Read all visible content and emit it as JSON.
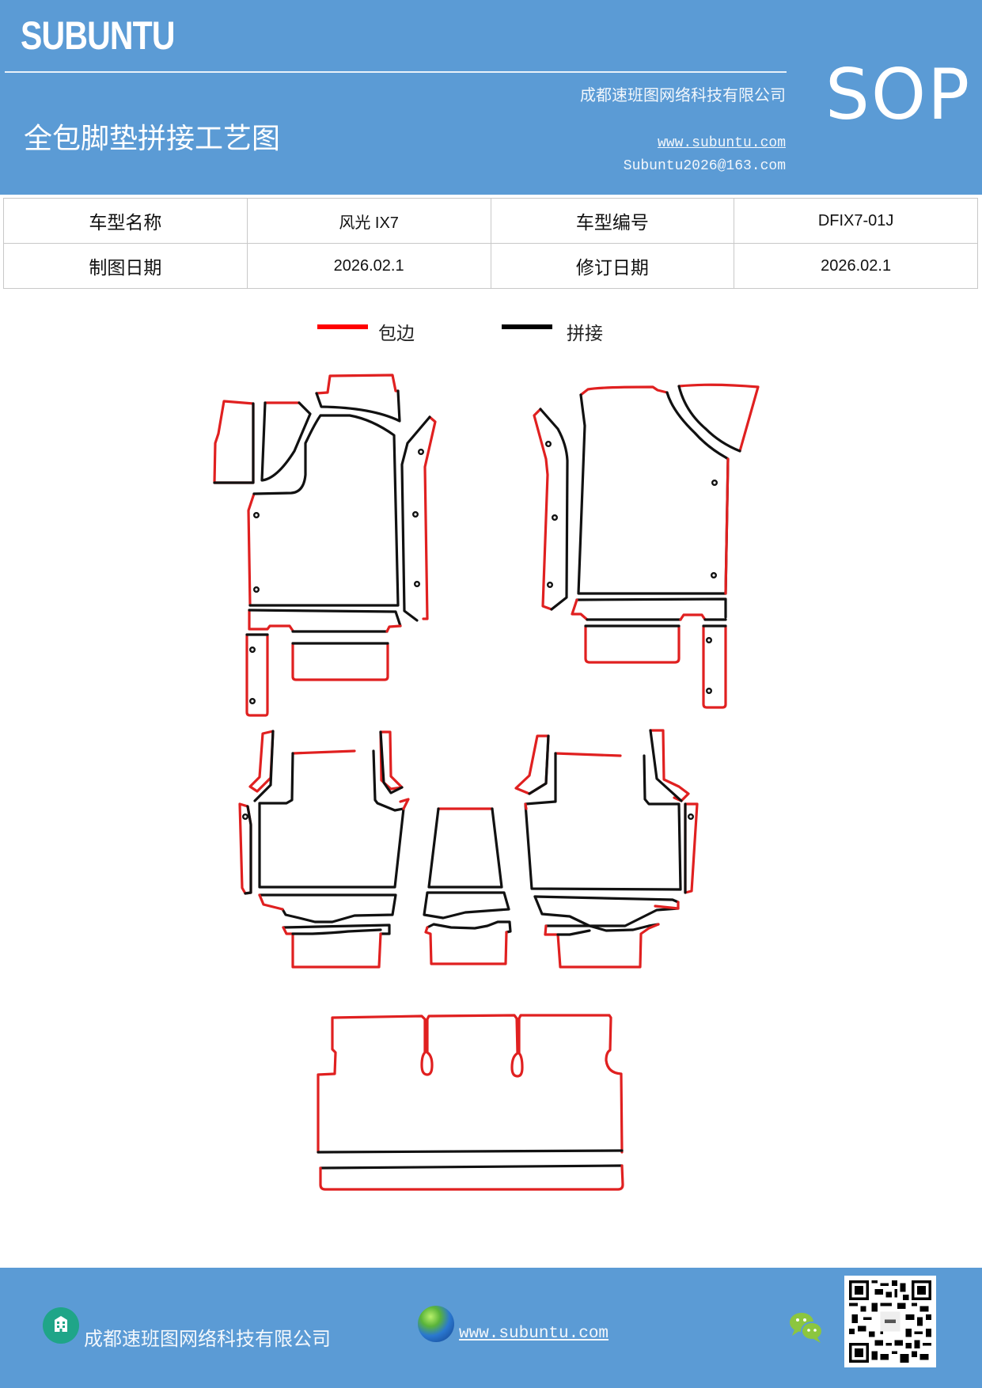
{
  "header": {
    "brand": "SUBUNTU",
    "title": "全包脚垫拼接工艺图",
    "company": "成都速班图网络科技有限公司",
    "website": "www.subuntu.com",
    "email": "Subuntu2026@163.com",
    "badge": "SOP",
    "background_color": "#5b9bd5"
  },
  "info_table": {
    "rows": [
      [
        {
          "label": "车型名称"
        },
        {
          "value": "风光 IX7"
        },
        {
          "label": "车型编号"
        },
        {
          "value": "DFIX7-01J"
        }
      ],
      [
        {
          "label": "制图日期"
        },
        {
          "value": "2026.02.1"
        },
        {
          "label": "修订日期"
        },
        {
          "value": "2026.02.1"
        }
      ]
    ]
  },
  "legend": {
    "items": [
      {
        "label": "包边",
        "color": "#ff0000"
      },
      {
        "label": "拼接",
        "color": "#000000"
      }
    ]
  },
  "diagram": {
    "edge_color": "#e02020",
    "seam_color": "#111111",
    "pieces": [
      "driver-front-mat-set",
      "passenger-front-mat-set",
      "second-row-left-mat-set",
      "second-row-center-mat-set",
      "second-row-right-mat-set",
      "third-row-mat-set"
    ]
  },
  "footer": {
    "company": "成都速班图网络科技有限公司",
    "website": "www.subuntu.com",
    "building_icon": "building-icon",
    "globe_icon": "globe-icon",
    "wechat_icon": "wechat-icon",
    "qr_code": "wechat-qr-code"
  }
}
